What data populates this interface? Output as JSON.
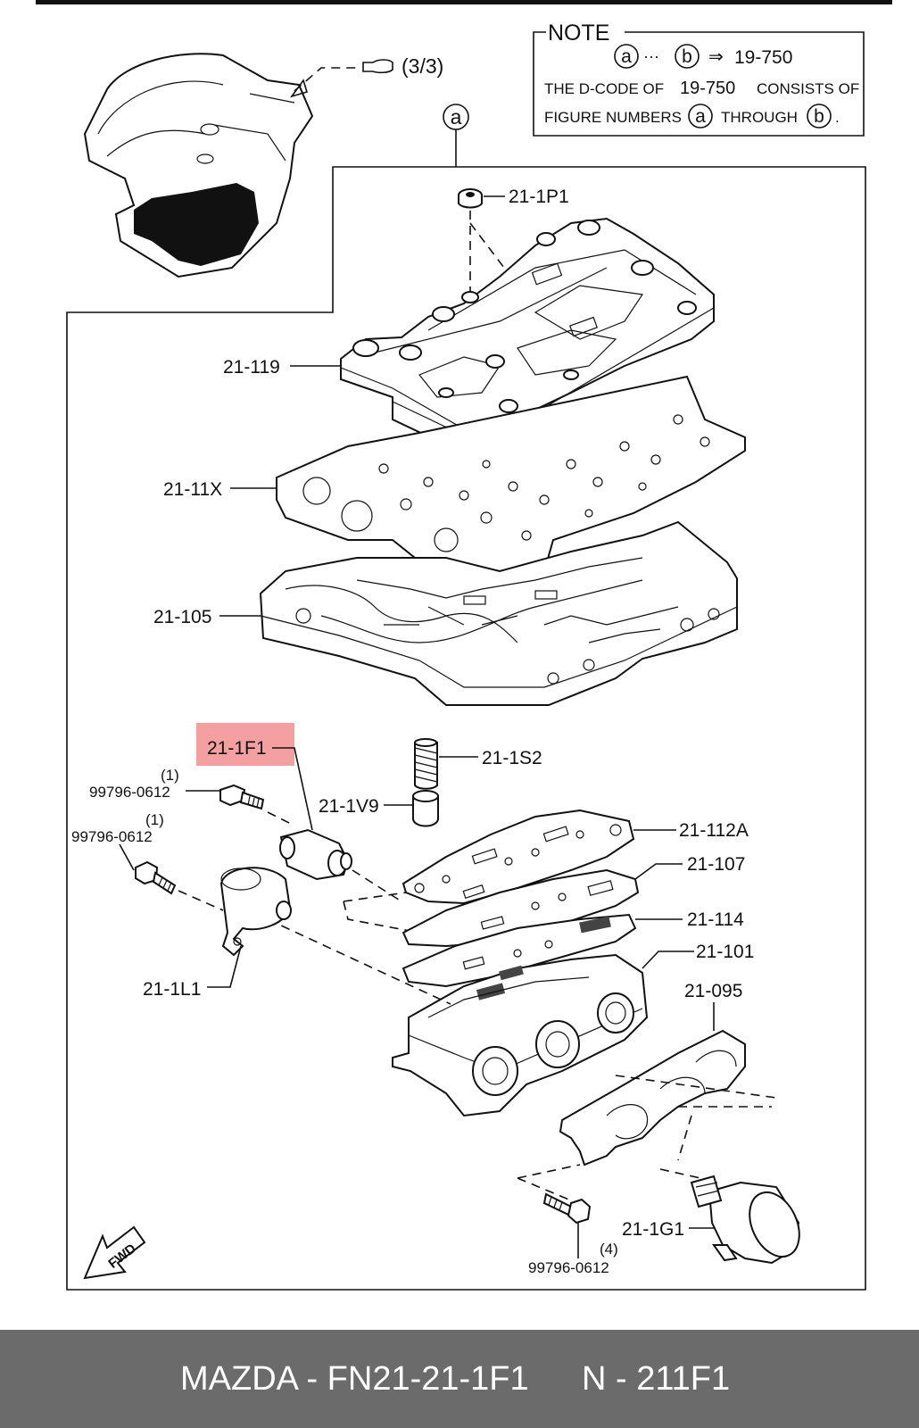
{
  "note": {
    "title": "NOTE",
    "ref_a": "a",
    "ellipsis": "···",
    "ref_b": "b",
    "arrow": "⇒",
    "dcode": "19-750",
    "line2_pre": "THE D-CODE OF",
    "line2_code": "19-750",
    "line2_post": "CONSISTS OF",
    "line3_pre": "FIGURE NUMBERS",
    "line3_mid": "THROUGH",
    "line3_end": "."
  },
  "overview_ref": "(3/3)",
  "group_marker": "a",
  "labels": {
    "p_21_1P1": "21-1P1",
    "p_21_119": "21-119",
    "p_21_11X": "21-11X",
    "p_21_105": "21-105",
    "p_21_1F1": "21-1F1",
    "p_21_1S2": "21-1S2",
    "p_21_1V9": "21-1V9",
    "p_21_112A": "21-112A",
    "p_21_107": "21-107",
    "p_21_114": "21-114",
    "p_21_101": "21-101",
    "p_21_095": "21-095",
    "p_21_1L1": "21-1L1",
    "p_21_1G1": "21-1G1",
    "bolt1_qty": "(1)",
    "bolt1_code": "99796-0612",
    "bolt2_qty": "(1)",
    "bolt2_code": "99796-0612",
    "bolt3_qty": "(4)",
    "bolt3_code": "99796-0612",
    "fwd": "FWD"
  },
  "highlight_color": "#f4a0a0",
  "footer": {
    "brand_part": "MAZDA - FN21-21-1F1",
    "oem": "N - 211F1"
  }
}
